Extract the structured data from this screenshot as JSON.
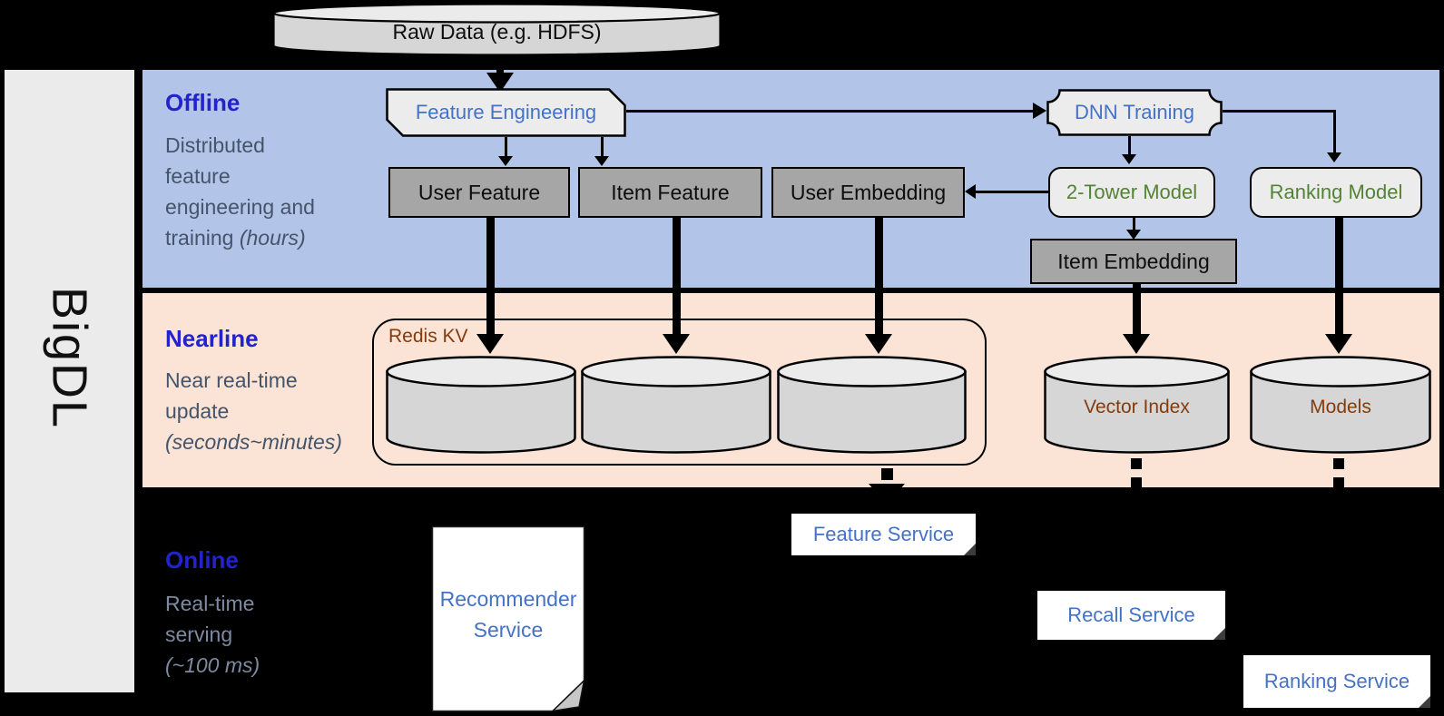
{
  "colors": {
    "page_bg": "#000000",
    "outline": "#000000",
    "white": "#ffffff",
    "sidebar_bg": "#ebebeb",
    "band_offline": "#b2c5e8",
    "band_nearline": "#fbe3d6",
    "box_dark": "#a6a6a6",
    "box_light": "#ececec",
    "cyl_body": "#d6d6d6",
    "cyl_top": "#ebebeb",
    "section_title": "#2323cc",
    "section_desc": "#44546a",
    "online_desc": "#7d8aa0",
    "node_blue": "#4472c4",
    "node_green": "#548235",
    "node_brown": "#843c0c"
  },
  "brand": "BigDL",
  "raw_data": "Raw Data (e.g. HDFS)",
  "sections": {
    "offline": {
      "title": "Offline",
      "desc": "Distributed\nfeature\nengineering and\ntraining ",
      "desc_italic": "(hours)"
    },
    "nearline": {
      "title": "Nearline",
      "desc": "Near real-time\nupdate\n",
      "desc_italic": "(seconds~minutes)"
    },
    "online": {
      "title": "Online",
      "desc": "Real-time\nserving\n",
      "desc_italic": "(~100 ms)"
    }
  },
  "nodes": {
    "feature_engineering": "Feature Engineering",
    "dnn_training": "DNN Training",
    "user_feature": "User Feature",
    "item_feature": "Item Feature",
    "user_embedding": "User Embedding",
    "two_tower_model": "2-Tower Model",
    "ranking_model": "Ranking Model",
    "item_embedding": "Item Embedding",
    "redis_kv": "Redis KV",
    "vector_index": "Vector Index",
    "models": "Models",
    "recommender_service": "Recommender Service",
    "feature_service": "Feature Service",
    "recall_service": "Recall Service",
    "ranking_service": "Ranking Service"
  }
}
